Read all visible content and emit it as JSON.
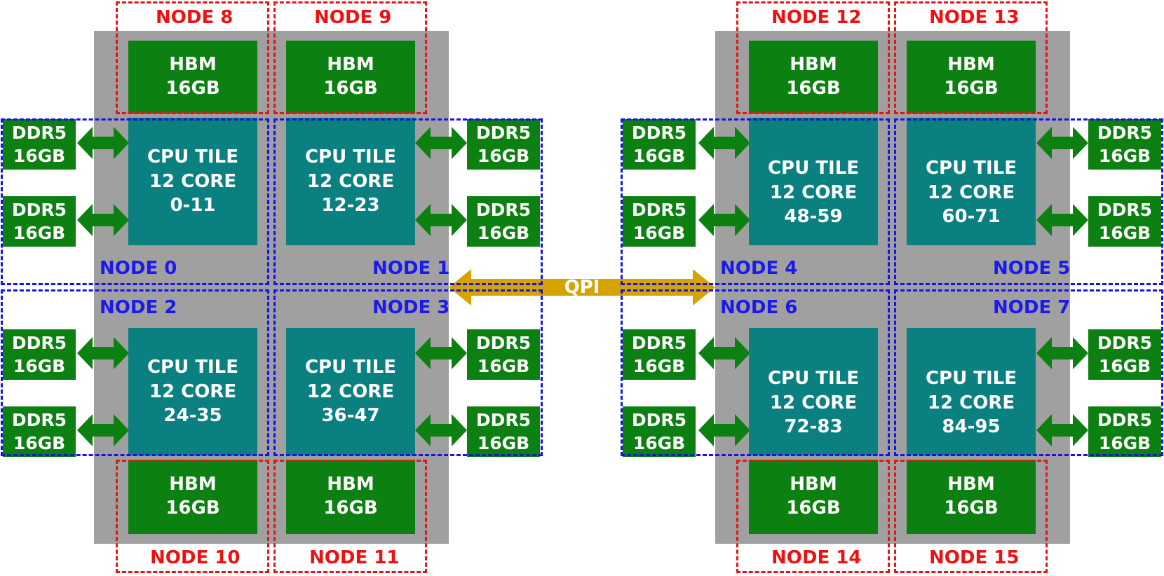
{
  "colors": {
    "socket": "#a0a0a0",
    "memory": "#0c8010",
    "cpu_tile": "#0b8080",
    "node_border_blue": "#1414e6",
    "node_border_red": "#e61414",
    "qpi": "#d6a300"
  },
  "hbm": {
    "line1": "HBM",
    "line2": "16GB"
  },
  "ddr": {
    "line1": "DDR5",
    "line2": "16GB"
  },
  "cpu": {
    "line1": "CPU TILE",
    "line2": "12 CORE"
  },
  "tiles": [
    "0-11",
    "12-23",
    "24-35",
    "36-47",
    "48-59",
    "60-71",
    "72-83",
    "84-95"
  ],
  "nodes": {
    "n0": "NODE 0",
    "n1": "NODE 1",
    "n2": "NODE 2",
    "n3": "NODE 3",
    "n4": "NODE 4",
    "n5": "NODE 5",
    "n6": "NODE 6",
    "n7": "NODE 7",
    "n8": "NODE 8",
    "n9": "NODE 9",
    "n10": "NODE 10",
    "n11": "NODE 11",
    "n12": "NODE 12",
    "n13": "NODE 13",
    "n14": "NODE 14",
    "n15": "NODE 15"
  },
  "qpi": "QPI"
}
